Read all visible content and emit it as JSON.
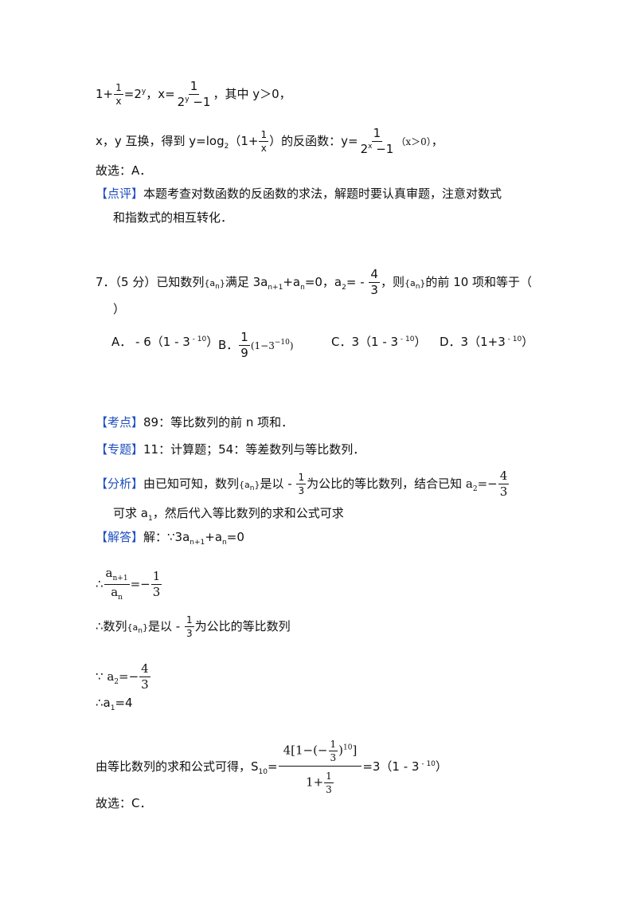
{
  "solution_prev": {
    "eq1_a": "1+",
    "frac_1x_num": "1",
    "frac_1x_den": "x",
    "eq1_b": "=2",
    "eq1_b_sup": "y",
    "eq1_c": "，x=",
    "frac_x_num": "1",
    "frac_x_den_base": "2",
    "frac_x_den_sup": "y",
    "frac_x_den_tail": " −1",
    "eq1_d": "，其中 y＞0，",
    "line2_a": "x，y 互换，得到 y=log",
    "line2_sub": "2",
    "line2_b": "（1+",
    "line2_frac_num": "1",
    "line2_frac_den": "x",
    "line2_c": "）的反函数：y=",
    "line2_frac2_num": "1",
    "line2_frac2_den_base": "2",
    "line2_frac2_den_sup": "x",
    "line2_frac2_den_tail": " −1",
    "line2_d": "（x＞0）",
    "line2_e": "，",
    "answer": "故选：A．",
    "review_tag": "【点评】",
    "review_line1": "本题考查对数函数的反函数的求法，解题时要认真审题，注意对数式",
    "review_line2": "和指数式的相互转化．"
  },
  "question7": {
    "stem_a": "7．（5 分）已知数列",
    "an": "a",
    "an_sub": "n",
    "stem_b": "满足 3a",
    "stem_b_sub": "n+1",
    "stem_c": "+a",
    "stem_c_sub": "n",
    "stem_d": "=0，a",
    "stem_d_sub": "2",
    "stem_e": "= - ",
    "frac_num": "4",
    "frac_den": "3",
    "stem_f": "，则",
    "stem_g": "的前 10 项和等于（",
    "stem_close": "）",
    "option_a_pre": "A．  - 6（1 - 3",
    "option_a_sup": " - 10",
    "option_a_post": "）",
    "option_b_pre": "B．",
    "option_b_num": "1",
    "option_b_den": "9",
    "option_b_post_a": "(1−3",
    "option_b_post_sup": "−10",
    "option_b_post_b": ")",
    "option_c_pre": "C．3（1 - 3",
    "option_c_sup": " - 10",
    "option_c_post": "）",
    "option_d_pre": "D．3（1+3",
    "option_d_sup": " - 10",
    "option_d_post": "）"
  },
  "analysis": {
    "kaodian_tag": "【考点】",
    "kaodian_text": "89：等比数列的前 n 项和．",
    "zhuanti_tag": "【专题】",
    "zhuanti_text": "11：计算题；54：等差数列与等比数列．",
    "fenxi_tag": "【分析】",
    "fenxi_a": "由已知可知，数列",
    "fenxi_b": "是以 - ",
    "fenxi_frac_num": "1",
    "fenxi_frac_den": "3",
    "fenxi_c": "为公比的等比数列，结合已知 ",
    "fenxi_a2": "a",
    "fenxi_a2_sub": "2",
    "fenxi_eq": "=−",
    "fenxi_frac2_num": "4",
    "fenxi_frac2_den": "3",
    "fenxi_line2_a": "可求 a",
    "fenxi_line2_sub": "1",
    "fenxi_line2_b": "，然后代入等比数列的求和公式可求",
    "jieda_tag": "【解答】",
    "jieda_a": "解：∵3a",
    "jieda_a_sub": "n+1",
    "jieda_b": "+a",
    "jieda_b_sub": "n",
    "jieda_c": "=0",
    "step1_pre": "∴",
    "step1_num": "a",
    "step1_num_sub": "n+1",
    "step1_den": "a",
    "step1_den_sub": "n",
    "step1_eq": "=−",
    "step1_frac_num": "1",
    "step1_frac_den": "3",
    "step2_a": "∴数列",
    "step2_b": "是以 - ",
    "step2_frac_num": "1",
    "step2_frac_den": "3",
    "step2_c": "为公比的等比数列",
    "step3_pre": "∵ ",
    "step3_a": "a",
    "step3_sub": "2",
    "step3_eq": "=−",
    "step3_frac_num": "4",
    "step3_frac_den": "3",
    "step4": "∴a",
    "step4_sub": "1",
    "step4_b": "=4",
    "step5_a": "由等比数列的求和公式可得，S",
    "step5_sub": "10",
    "step5_b": "=",
    "step5_num_a": "4[1−(−",
    "step5_num_frac_num": "1",
    "step5_num_frac_den": "3",
    "step5_num_b": ")",
    "step5_num_sup": "10",
    "step5_num_c": "]",
    "step5_den_a": "1+",
    "step5_den_frac_num": "1",
    "step5_den_frac_den": "3",
    "step5_c": "=3（1 - 3",
    "step5_c_sup": " - 10",
    "step5_d": "）",
    "final": "故选：C．"
  }
}
